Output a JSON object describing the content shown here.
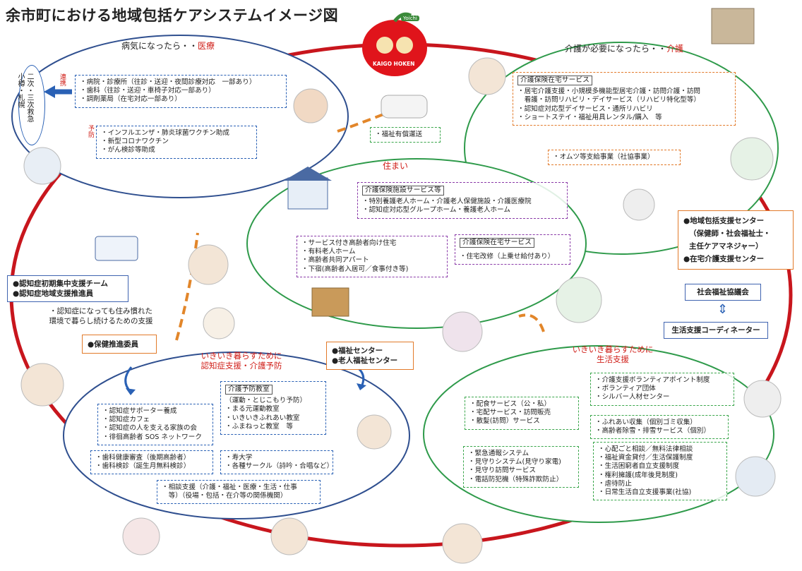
{
  "title": "余市町における地域包括ケアシステムイメージ図",
  "logo_text": "KAIGO HOKEN",
  "logo_tag": "Yoichi",
  "sections": {
    "medical": {
      "prefix": "病気になったら・・",
      "emphasis": "医療"
    },
    "care": {
      "prefix": "介護が必要になったら・・",
      "emphasis": "介護"
    },
    "housing": {
      "title": "住まい"
    },
    "prevention": {
      "line1": "いきいき暮らすために",
      "line2": "認知症支援・介護予防"
    },
    "living": {
      "line1": "いきいき暮らすために",
      "line2": "生活支援"
    }
  },
  "medical_vertical": [
    "二次・三次救急",
    "小樽・札幌"
  ],
  "labels": {
    "renkei": "連携",
    "yobo": "予防"
  },
  "boxes": {
    "hospital": [
      "・病院・診療所（往診・送迎・夜間診療対応　一部あり）",
      "・歯科（往診・送迎・車椅子対応一部あり）",
      "・調剤薬局（在宅対応一部あり）"
    ],
    "vaccine": [
      "・インフルエンザ・肺炎球菌ワクチン助成",
      "・新型コロナワクチン",
      "・がん検診等助成"
    ],
    "transport": [
      "・福祉有償運送"
    ],
    "home_care_title": "介護保険在宅サービス",
    "home_care": [
      "・居宅介護支援・小規模多機能型居宅介護・訪問介護・訪問",
      "　看護・訪問リハビリ・デイサービス（リハビリ特化型等）",
      "・認知症対応型デイサービス・通所リハビリ",
      "・ショートステイ・福祉用具レンタル/購入　等"
    ],
    "diaper": [
      "・オムツ等支給事業（社協事業）"
    ],
    "facility_title": "介護保険施設サービス等",
    "facility": [
      "・特別養護老人ホーム・介護老人保健施設・介護医療院",
      "・認知症対応型グループホーム・養護老人ホーム"
    ],
    "residence": [
      "・サービス付き高齢者向け住宅",
      "・有料老人ホーム",
      "・高齢者共同アパート",
      "・下宿(高齢者入居可／食事付き等)"
    ],
    "home_reform_title": "介護保険在宅サービス",
    "home_reform": [
      "・住宅改修（上乗せ給付あり）"
    ],
    "dementia_support": [
      "・認知症サポーター養成",
      "・認知症カフェ",
      "・認知症の人を支える家族の会",
      "・徘徊高齢者 SOS ネットワーク"
    ],
    "prevention_class_title": "介護予防教室",
    "prevention_class": [
      "（運動・とじこもり予防）",
      "・まる元運動教室",
      "・いきいきふれあい教室",
      "・ふまねっと教室　等"
    ],
    "checkup": [
      "・歯科健康審査（後期高齢者）",
      "・歯科検診（誕生月無料検診）"
    ],
    "university": [
      "・寿大学",
      "・各種サークル（詩吟・合唱など）"
    ],
    "consultation": [
      "・相談支援（介護・福祉・医療・生活・仕事",
      "　等）（役場・包括・在介等の関係機関）"
    ],
    "meal": [
      "・配食サービス（公・私）",
      "・宅配サービス・訪問販売",
      "・散髪(訪問）サービス"
    ],
    "volunteer": [
      "・介護支援ボランティアポイント制度",
      "・ボランティア団体",
      "・シルバー人材センター"
    ],
    "garbage": [
      "・ふれあい収集（個別ゴミ収集）",
      "・高齢者除雪・排雪サービス（個別）"
    ],
    "emergency": [
      "・緊急通報システム",
      "・見守りシステム(見守り家電)",
      "・見守り訪問サービス",
      "・電話防犯機（特殊詐欺防止）"
    ],
    "welfare": [
      "・心配ごと相談／無料法律相談",
      "・福祉資金貸付／生活保護制度",
      "・生活困窮者自立支援制度",
      "・権利擁護(成年後見制度)",
      "・虐待防止",
      "・日常生活自立支援事業(社協)"
    ]
  },
  "centers": {
    "comprehensive": [
      "●地域包括支援センター",
      "（保健師・社会福祉士・",
      "主任ケアマネジャー）",
      "●在宅介護支援センター"
    ],
    "dementia_team": [
      "●認知症初期集中支援チーム",
      "●認知症地域支援推進員"
    ],
    "dementia_note": [
      "・認知症になっても住み慣れた",
      "環境で暮らし続けるための支援"
    ],
    "health_promoter": "●保健推進委員",
    "welfare_center": [
      "●福祉センター",
      "●老人福祉センター"
    ],
    "council": "社会福祉協議会",
    "coordinator": "生活支援コーディネーター",
    "arrow_symbol": "⇕"
  },
  "colors": {
    "red_ring": "#c8161d",
    "medical_ring": "#2f4f8f",
    "care_ring": "#2e9a4a",
    "orange_dash": "#e2862a",
    "purple": "#8a3aa8",
    "blue": "#2a61b5"
  }
}
